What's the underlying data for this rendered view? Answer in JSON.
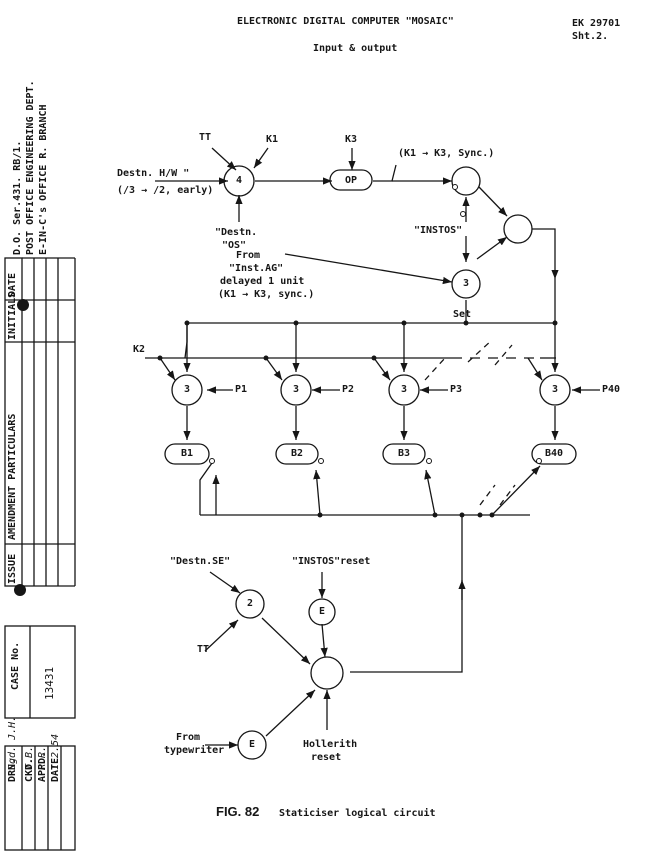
{
  "header": {
    "title": "ELECTRONIC DIGITAL COMPUTER \"MOSAIC\"",
    "subtitle": "Input & output",
    "ref": "EK 29701",
    "sheet": "Sht.2."
  },
  "margin": {
    "dept_lines": [
      "D.O. Ser.431. RB/1.",
      "POST OFFICE ENGINEERING DEPT.",
      "E-IN-C's OFFICE R. BRANCH"
    ],
    "amendment_headers": [
      "DATE",
      "INITIALS",
      "AMENDMENT PARTICULARS",
      "ISSUE"
    ],
    "case_label": "CASE No.",
    "case_no": "13431",
    "sign_labels": [
      "DRN.",
      "CKD.",
      "APPD.",
      "DATE"
    ],
    "sign_values": [
      "Sgd. J.H.",
      "T.B.",
      "R.R.",
      "1.2.54"
    ]
  },
  "inputs": {
    "tt": "TT",
    "k1": "K1",
    "k3": "K3",
    "k1k3_sync": "(K1 → K3, Sync.)",
    "destn_hw": "Destn. H/W \"",
    "destn_hw_sub": "(/3 → /2, early)",
    "destn_os_1": "\"Destn.",
    "destn_os_2": "\"OS\"",
    "instos": "\"INSTOS\"",
    "from_inst_1": "From",
    "from_inst_2": "\"Inst.AG\"",
    "from_inst_3": "delayed 1 unit",
    "from_inst_4": "(K1 → K3, sync.)",
    "set": "Set",
    "k2": "K2",
    "destn_se": "\"Destn.SE\"",
    "instos_reset": "\"INSTOS\"reset",
    "tt2": "TT",
    "from_tw_1": "From",
    "from_tw_2": "typewriter",
    "hollerith_1": "Hollerith",
    "hollerith_2": "reset"
  },
  "gates": {
    "g4": "4",
    "op": "OP",
    "g3_set": "3",
    "and1": "3",
    "and2": "3",
    "and3": "3",
    "and40": "3",
    "g2": "2",
    "e1": "E",
    "e2": "E"
  },
  "pulses": [
    "P1",
    "P2",
    "P3",
    "P40"
  ],
  "stores": [
    "B1",
    "B2",
    "B3",
    "B40"
  ],
  "caption": {
    "fig": "FIG. 82",
    "text": "Staticiser logical circuit"
  }
}
